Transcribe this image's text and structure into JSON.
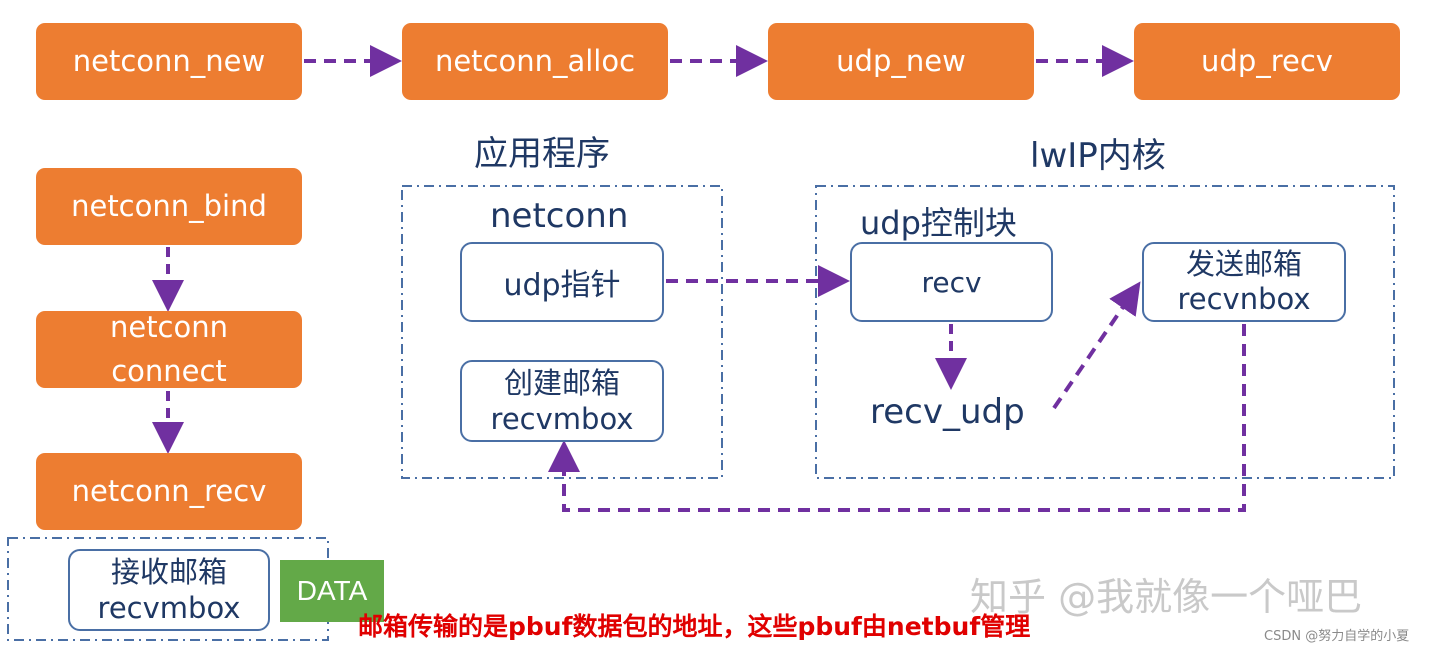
{
  "func_boxes": {
    "new": "netconn_new",
    "alloc": "netconn_alloc",
    "udp_new": "udp_new",
    "udp_recv": "udp_recv",
    "bind": "netconn_bind",
    "connect": "netconn\nconnect",
    "recv": "netconn_recv"
  },
  "app_section": {
    "title": "应用程序",
    "subtitle": "netconn",
    "udp_ptr": "udp指针",
    "create_mbox": "创建邮箱\nrecvmbox"
  },
  "kernel_section": {
    "title": "lwIP内核",
    "subtitle": "udp控制块",
    "recv": "recv",
    "recv_udp": "recv_udp",
    "send_mbox": "发送邮箱\nrecvnbox"
  },
  "bottom": {
    "recv_mbox": "接收邮箱\nrecvmbox",
    "data_label": "DATA",
    "note": "邮箱传输的是pbuf数据包的地址，这些pbuf由netbuf管理"
  },
  "watermark": "知乎 @我就像一个哑巴",
  "credit": "CSDN @努力自学的小夏",
  "colors": {
    "accent": "#ED7D31",
    "arrow": "#7030A0",
    "border": "#4A6FA5",
    "text": "#1F3864",
    "data": "#63A948",
    "note": "#E00000"
  }
}
